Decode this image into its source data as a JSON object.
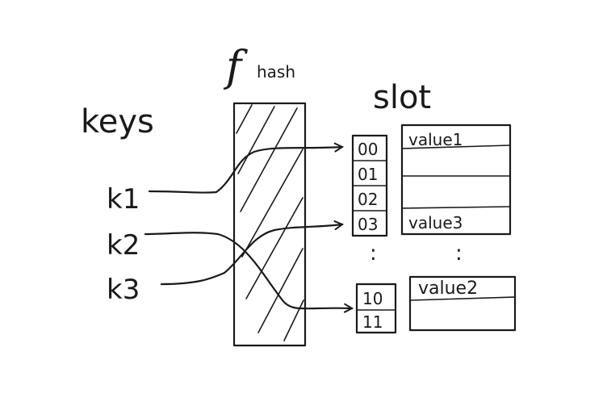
{
  "diagram": {
    "hash_function": {
      "symbol": "f",
      "subscript": "hash"
    },
    "keys_label": "keys",
    "slot_label": "slot",
    "keys": [
      "k1",
      "k2",
      "k3"
    ],
    "slots_top": [
      "00",
      "01",
      "02",
      "03"
    ],
    "slots_bottom": [
      "10",
      "11"
    ],
    "values_top": [
      "value1",
      "",
      "",
      "value3"
    ],
    "values_bottom": [
      "value2",
      ""
    ],
    "ellipsis": ":",
    "mappings": [
      {
        "key": "k1",
        "slot": "00"
      },
      {
        "key": "k2",
        "slot": "10"
      },
      {
        "key": "k3",
        "slot": "03"
      }
    ]
  }
}
